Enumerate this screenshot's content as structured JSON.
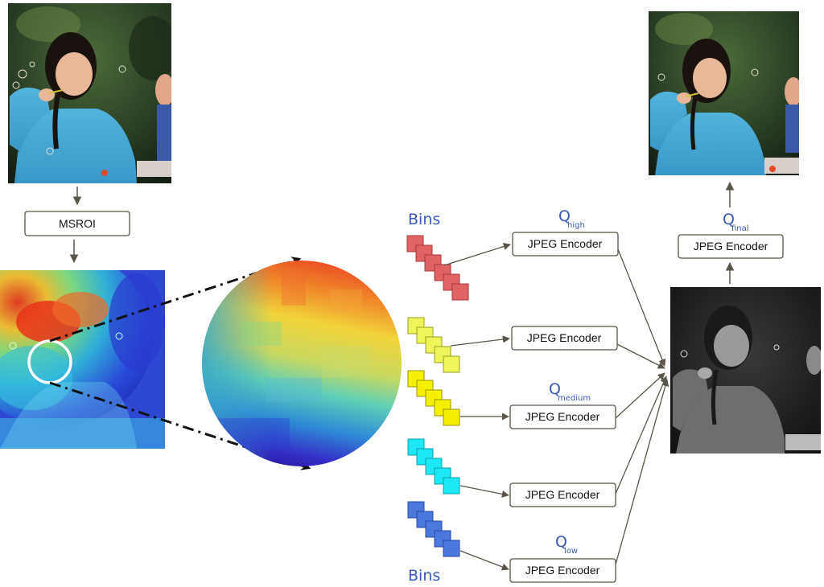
{
  "msroi_label": "MSROI",
  "bins_top_label": "Bins",
  "bins_bottom_label": "Bins",
  "encoders": [
    {
      "label": "JPEG Encoder"
    },
    {
      "label": "JPEG Encoder"
    },
    {
      "label": "JPEG Encoder"
    },
    {
      "label": "JPEG Encoder"
    },
    {
      "label": "JPEG Encoder"
    }
  ],
  "final_encoder_label": "JPEG Encoder",
  "q_labels": {
    "high": {
      "main": "Q",
      "sub": "high"
    },
    "medium": {
      "main": "Q",
      "sub": "medium"
    },
    "low": {
      "main": "Q",
      "sub": "low"
    },
    "final": {
      "main": "Q",
      "sub": "final"
    }
  },
  "colors": {
    "bin_red": "#e06262",
    "bin_yellow_light": "#eef45a",
    "bin_yellow": "#f4f000",
    "bin_cyan": "#1ae8f4",
    "bin_blue": "#4a78dc",
    "arrow": "#5a5548",
    "q_text": "#3b5ab8"
  },
  "images": {
    "original": "photo-girl-blowing-bubbles",
    "heatmap": "msroi-heatmap-overlay",
    "zoom": "zoomed-heatmap-circle",
    "grayscale": "grayscale-photo",
    "output": "output-photo"
  }
}
